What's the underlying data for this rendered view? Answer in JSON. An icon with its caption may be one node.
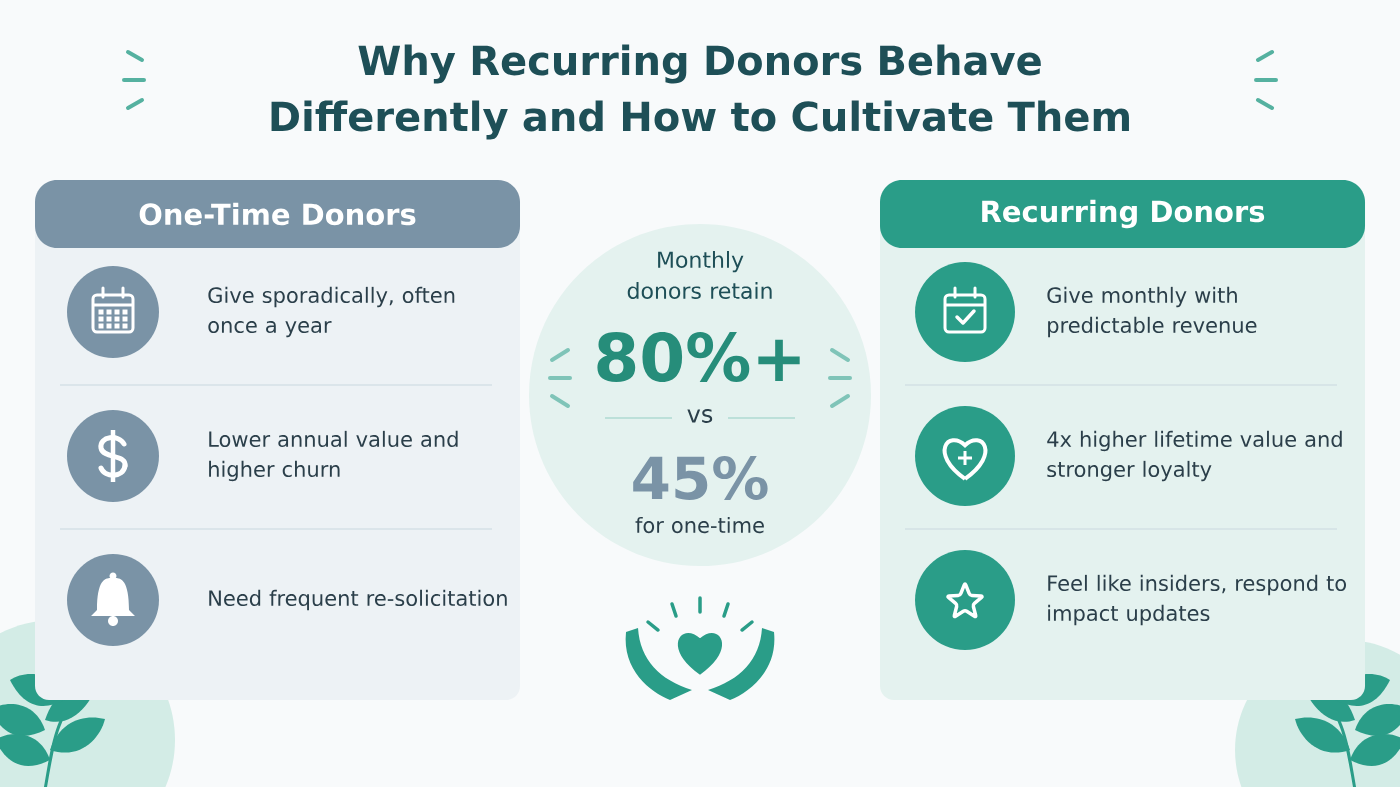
{
  "diagram": {
    "title": "Why Recurring Donors Behave Differently and How to Cultivate Them",
    "nodes": [
      {
        "text": [
          "One-Time Donors"
        ]
      },
      {
        "text": [
          "Give sporadically, often once a year"
        ],
        "in": 0
      },
      {
        "text": [
          "Lower annual value and higher churn"
        ],
        "in": 0
      },
      {
        "text": [
          "Need frequent re-solicitation"
        ],
        "in": 0
      },
      {
        "text": [
          "Monthly donors retain",
          "80%+",
          "vs",
          "45%",
          "for one-time"
        ]
      },
      {
        "text": [
          "Recurring Donors"
        ]
      },
      {
        "text": [
          "Give monthly with predictable revenue"
        ],
        "in": 5
      },
      {
        "text": [
          "4x higher lifetime value and stronger loyalty"
        ],
        "in": 5
      },
      {
        "text": [
          "Feel like insiders, respond to impact updates"
        ],
        "in": 5
      }
    ]
  }
}
